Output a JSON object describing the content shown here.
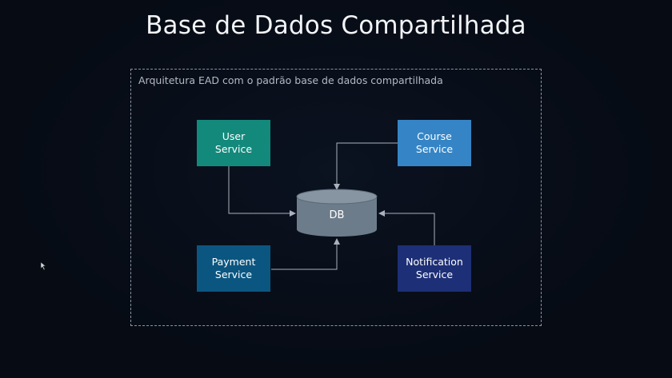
{
  "slide": {
    "title": "Base de Dados Compartilhada",
    "caption": "Arquitetura EAD com o padrão base de dados compartilhada"
  },
  "services": {
    "user": {
      "line1": "User",
      "line2": "Service",
      "color": "#13897c"
    },
    "course": {
      "line1": "Course",
      "line2": "Service",
      "color": "#3585c6"
    },
    "payment": {
      "line1": "Payment",
      "line2": "Service",
      "color": "#0b5680"
    },
    "notification": {
      "line1": "Notification",
      "line2": "Service",
      "color": "#1d2f76"
    }
  },
  "database": {
    "label": "DB",
    "color": "#6d7c8a"
  },
  "colors": {
    "background": "#060b14",
    "connector": "#8b94a3",
    "frame_border": "#8b94a3"
  }
}
